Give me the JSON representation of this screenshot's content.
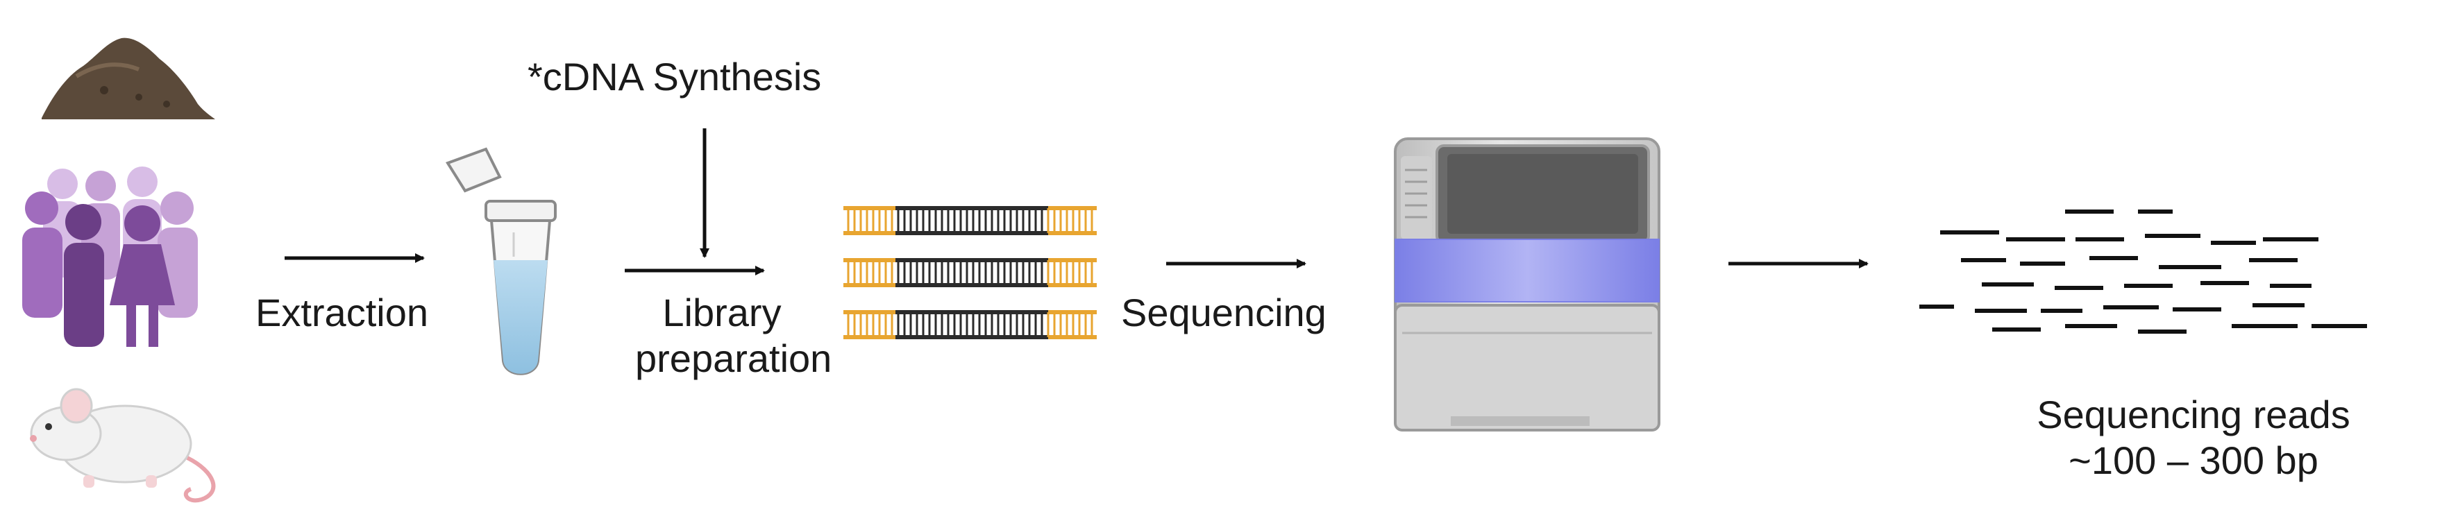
{
  "labels": {
    "extraction": "Extraction",
    "cdna_synthesis": "*cDNA Synthesis",
    "library_line1": "Library",
    "library_line2": "preparation",
    "sequencing": "Sequencing",
    "reads_line1": "Sequencing reads",
    "reads_line2": "~100 – 300 bp"
  },
  "colors": {
    "soil": "#5b4a3a",
    "people_light": "#c6a2d6",
    "people_mid": "#a06cbd",
    "people_dark": "#6b3e86",
    "mouse": "#f2f2f2",
    "tube_liquid": "#a9cfe8",
    "dna_orange": "#e8a530",
    "dna_dark": "#2b2b2b",
    "sequencer_body": "#d8d8d8",
    "sequencer_band": "#8f8ff0",
    "arrow": "#111111"
  },
  "icons": [
    "soil-pile-icon",
    "people-group-icon",
    "mouse-icon",
    "microcentrifuge-tube-icon",
    "dna-fragments-icon",
    "sequencer-icon",
    "sequencing-reads-icon"
  ]
}
